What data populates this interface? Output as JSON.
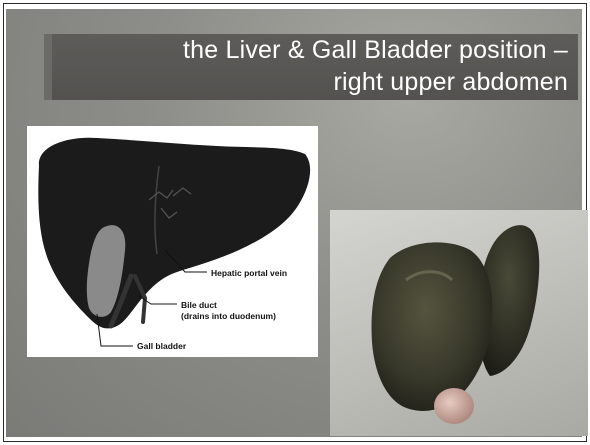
{
  "slide": {
    "title_line1": "the Liver & Gall Bladder position –",
    "title_line2": "right upper abdomen"
  },
  "diagram": {
    "labels": {
      "portal_vein": "Hepatic portal vein",
      "bile_duct": "Bile duct",
      "bile_duct_note": "(drains into duodenum)",
      "gall_bladder": "Gall bladder"
    }
  },
  "colors": {
    "slide_background": "#8d8d89",
    "title_band": "#5a5855",
    "title_text": "#ffffff",
    "liver_diagram": "#1b1b1b",
    "gall_bladder_diagram": "#8a8a8a",
    "liver_photo": "#3a3a2c",
    "gall_bladder_photo": "#c9a9a0"
  }
}
